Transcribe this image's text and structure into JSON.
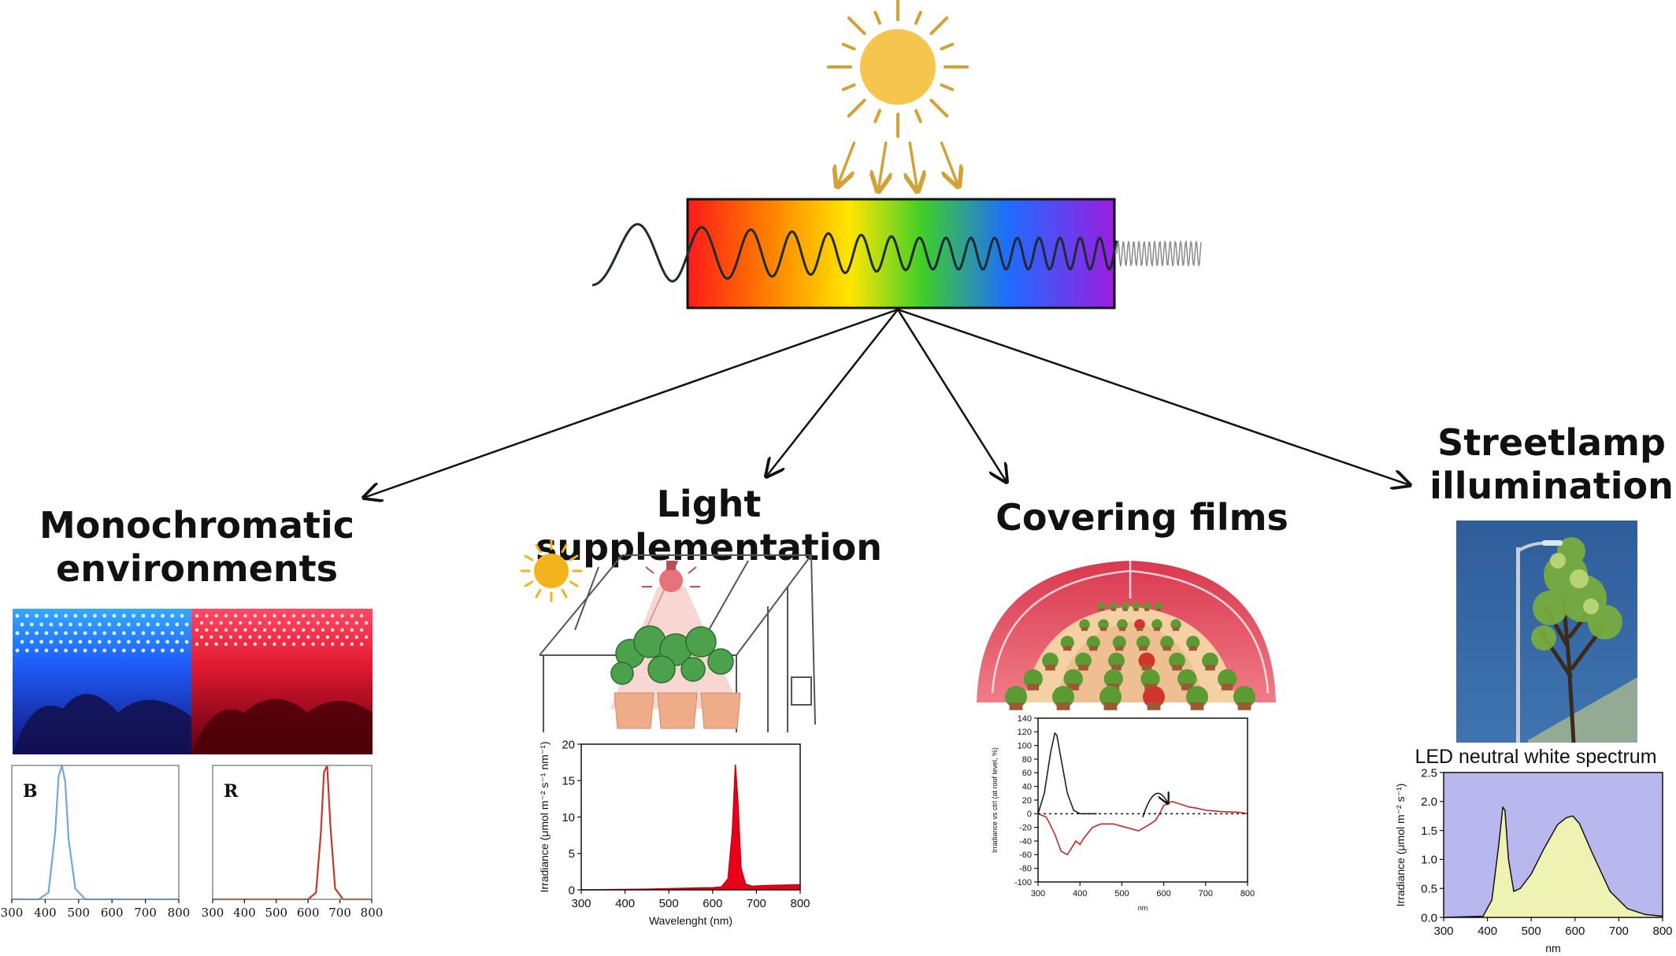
{
  "headings": {
    "monochromatic": [
      "Monochromatic",
      "environments"
    ],
    "supplementation": "Light supplementation",
    "covering_films": "Covering films",
    "streetlamp": [
      "Streetlamp",
      "illumination"
    ]
  },
  "colors": {
    "sun": "#f6c54d",
    "sun_rays": "#d4a136",
    "blue_trace": "#6fa9d8",
    "red_trace": "#c0392b",
    "led_plot_bg": "#b9b8ee",
    "led_fill": "#eef2b3",
    "red_fill": "#e8001b"
  },
  "icons": [
    "sun-icon",
    "lightbulb-icon",
    "greenhouse-icon",
    "tunnel-greenhouse-icon",
    "streetlamp-icon",
    "tree-icon"
  ],
  "chart_data": [
    {
      "id": "blue",
      "type": "line",
      "label": "B",
      "x_ticks": [
        300,
        400,
        500,
        600,
        700,
        800
      ],
      "xlim": [
        300,
        800
      ],
      "series": [
        {
          "x": [
            300,
            380,
            410,
            430,
            440,
            450,
            460,
            470,
            490,
            520,
            800
          ],
          "y": [
            0,
            0,
            0.05,
            0.5,
            0.92,
            1.0,
            0.88,
            0.45,
            0.08,
            0,
            0
          ]
        }
      ]
    },
    {
      "id": "red",
      "type": "line",
      "label": "R",
      "x_ticks": [
        300,
        400,
        500,
        600,
        700,
        800
      ],
      "xlim": [
        300,
        800
      ],
      "series": [
        {
          "x": [
            300,
            600,
            625,
            640,
            650,
            660,
            670,
            685,
            710,
            800
          ],
          "y": [
            0,
            0,
            0.05,
            0.5,
            0.95,
            1.0,
            0.55,
            0.08,
            0,
            0
          ]
        }
      ]
    },
    {
      "id": "supplementation",
      "type": "area",
      "xlabel": "Wavelenght (nm)",
      "ylabel": "Irradiance (μmol m⁻² s⁻¹ nm⁻¹)",
      "xlim": [
        300,
        800
      ],
      "ylim": [
        0,
        20
      ],
      "x_ticks": [
        300,
        400,
        500,
        600,
        700,
        800
      ],
      "y_ticks": [
        0,
        5,
        10,
        15,
        20
      ],
      "series": [
        {
          "x": [
            300,
            450,
            600,
            620,
            635,
            645,
            652,
            658,
            665,
            675,
            690,
            720,
            800
          ],
          "y": [
            0,
            0.1,
            0.3,
            0.4,
            1.5,
            8,
            17.2,
            12,
            3,
            0.8,
            0.5,
            0.6,
            0.7
          ]
        }
      ]
    },
    {
      "id": "films",
      "type": "line",
      "xlabel": "nm",
      "ylabel": "Irradiance vs ctrl (at roof level, %)",
      "xlim": [
        300,
        800
      ],
      "ylim": [
        -100,
        140
      ],
      "x_ticks": [
        300,
        400,
        500,
        600,
        700,
        800
      ],
      "y_ticks": [
        -100,
        -80,
        -60,
        -40,
        -20,
        0,
        20,
        40,
        60,
        80,
        100,
        120,
        140
      ],
      "series": [
        {
          "x": [
            300,
            315,
            330,
            340,
            345,
            355,
            370,
            385,
            400,
            420,
            440
          ],
          "y": [
            0,
            30,
            90,
            118,
            115,
            80,
            30,
            5,
            0,
            0,
            0
          ]
        },
        {
          "x": [
            300,
            320,
            340,
            355,
            370,
            380,
            390,
            400,
            410,
            430,
            450,
            480,
            510,
            540,
            560,
            580,
            590,
            600,
            620,
            640,
            660,
            680,
            700,
            740,
            780,
            800
          ],
          "y": [
            0,
            -5,
            -30,
            -55,
            -60,
            -50,
            -40,
            -45,
            -35,
            -20,
            -15,
            -15,
            -20,
            -25,
            -18,
            -10,
            0,
            12,
            18,
            14,
            10,
            8,
            5,
            3,
            2,
            0
          ]
        }
      ]
    },
    {
      "id": "led",
      "type": "area",
      "title": "LED neutral white spectrum",
      "xlabel": "nm",
      "ylabel": "Irradiance (μmol m⁻² s⁻¹)",
      "xlim": [
        300,
        800
      ],
      "ylim": [
        0,
        2.5
      ],
      "x_ticks": [
        300,
        400,
        500,
        600,
        700,
        800
      ],
      "y_ticks": [
        "0.0",
        "0.5",
        "1.0",
        "1.5",
        "2.0",
        "2.5"
      ],
      "series": [
        {
          "x": [
            300,
            390,
            410,
            425,
            435,
            440,
            448,
            460,
            475,
            500,
            530,
            560,
            580,
            595,
            610,
            640,
            680,
            720,
            760,
            800
          ],
          "y": [
            0,
            0.02,
            0.3,
            1.2,
            1.9,
            1.85,
            1.0,
            0.45,
            0.5,
            0.75,
            1.2,
            1.6,
            1.72,
            1.75,
            1.62,
            1.1,
            0.45,
            0.15,
            0.05,
            0.02
          ]
        }
      ]
    }
  ]
}
